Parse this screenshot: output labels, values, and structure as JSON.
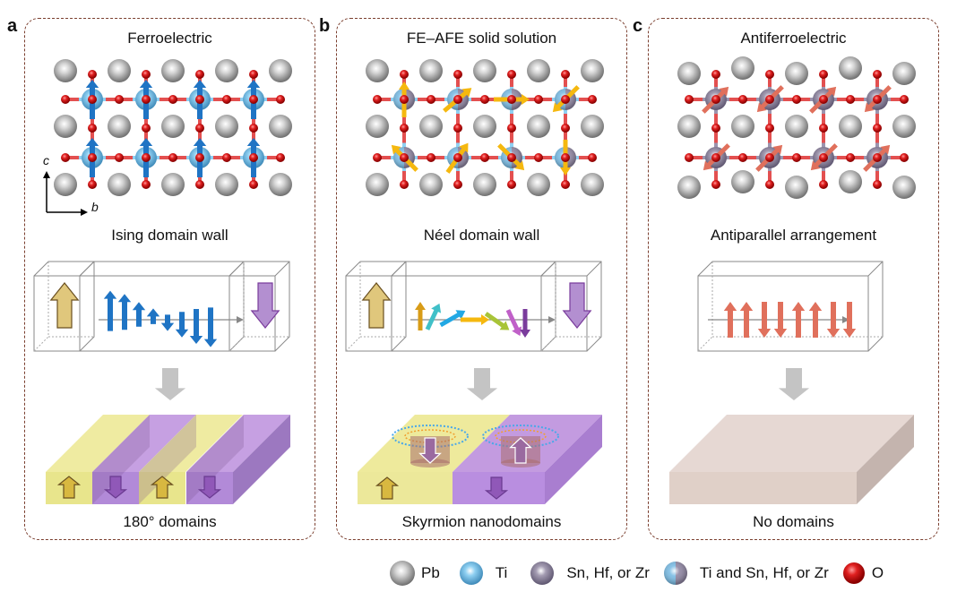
{
  "panels": [
    {
      "label": "a",
      "title": "Ferroelectric",
      "axes": {
        "vertical": "c",
        "horizontal": "b"
      },
      "wall_title": "Ising domain wall",
      "result_title": "180° domains",
      "polarization_color": "#1f74c4",
      "b_site": "Ti"
    },
    {
      "label": "b",
      "title": "FE–AFE solid solution",
      "wall_title": "Néel domain wall",
      "result_title": "Skyrmion nanodomains",
      "polarization_color": "#f5b80f",
      "b_site": "Ti and Sn, Hf, or Zr"
    },
    {
      "label": "c",
      "title": "Antiferroelectric",
      "wall_title": "Antiparallel arrangement",
      "result_title": "No domains",
      "polarization_color": "#e0705c",
      "b_site": "Sn, Hf, or Zr"
    }
  ],
  "legend": [
    {
      "icon": "pb-atom-icon",
      "label": "Pb",
      "color": "#a0a0a0"
    },
    {
      "icon": "ti-atom-icon",
      "label": "Ti",
      "color": "#5fb3e0"
    },
    {
      "icon": "sn-hf-zr-atom-icon",
      "label": "Sn, Hf, or Zr",
      "color": "#8a8098"
    },
    {
      "icon": "mixed-atom-icon",
      "label": "Ti and Sn, Hf, or Zr",
      "color": "#7ea6cc"
    },
    {
      "icon": "o-atom-icon",
      "label": "O",
      "color": "#d01818"
    }
  ],
  "colors": {
    "border": "#7a3e2e",
    "up_domain": "#e0c77c",
    "down_domain": "#b38fd0",
    "yellow_slab": "#eeea9c",
    "purple_slab": "#c39be0",
    "afe_slab": "#e6d8d3",
    "process_arrow": "#c4c4c4"
  }
}
